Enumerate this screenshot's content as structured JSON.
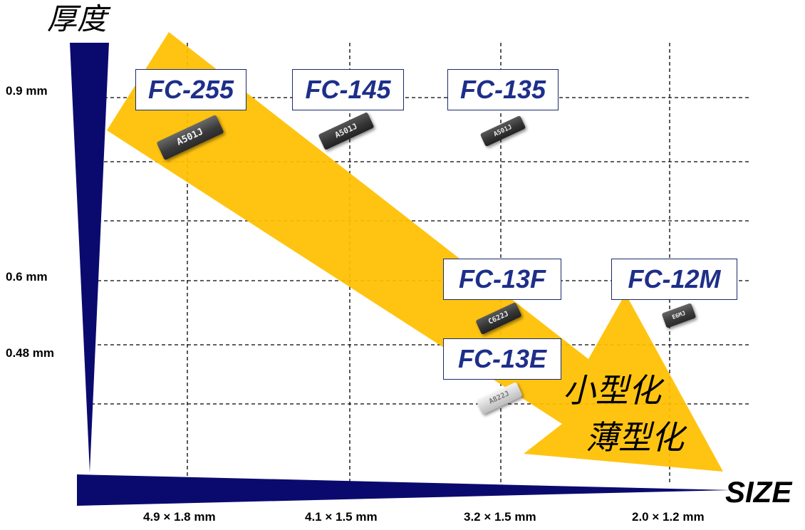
{
  "y_axis": {
    "title": "厚度",
    "ticks": [
      "0.9 mm",
      "0.6 mm",
      "0.48 mm"
    ]
  },
  "x_axis": {
    "title": "SIZE",
    "ticks": [
      "4.9 × 1.8 mm",
      "4.1 × 1.5 mm",
      "3.2 × 1.5 mm",
      "2.0 × 1.2 mm"
    ]
  },
  "products": [
    {
      "name": "FC-255",
      "marking": "A501J"
    },
    {
      "name": "FC-145",
      "marking": "A501J"
    },
    {
      "name": "FC-135",
      "marking": "A501J"
    },
    {
      "name": "FC-13F",
      "marking": "C622J"
    },
    {
      "name": "FC-12M",
      "marking": "E6MJ"
    },
    {
      "name": "FC-13E",
      "marking": "A822J"
    }
  ],
  "slogan": {
    "line1": "小型化",
    "line2": "薄型化"
  },
  "colors": {
    "arrow": "#ffc000",
    "axis_wedge": "#0a0a6e",
    "label_text": "#1e2f8a",
    "grid": "#000000"
  }
}
